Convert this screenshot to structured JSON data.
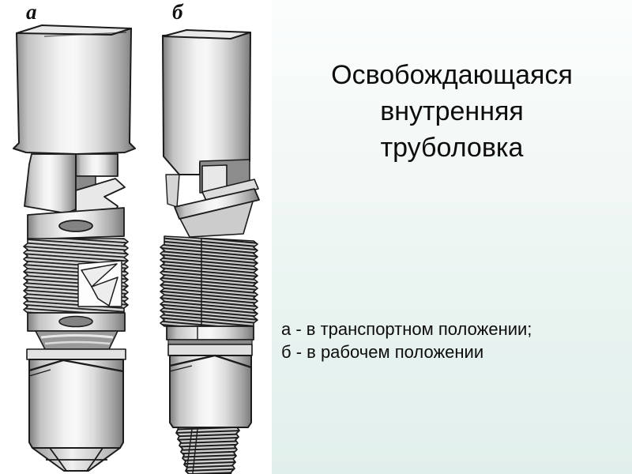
{
  "title": {
    "line1": "Освобождающаяся",
    "line2": "внутренняя",
    "line3": "труболовка"
  },
  "caption": {
    "line1": "а - в транспортном положении;",
    "line2": "б - в рабочем положении"
  },
  "figures": {
    "label_a": "а",
    "label_b": "б",
    "description": "two technical drawings of a releasing internal tube catcher (spear) tool"
  },
  "colors": {
    "background": "#ffffff",
    "panel_top": "#fbfdfd",
    "panel_bottom": "#e1efec",
    "text": "#0d0d0d",
    "line_art_outline": "#1b1b1b",
    "metal_light": "#f5f5f5",
    "metal_dark": "#7d7d7d",
    "slot_gray": "#838383"
  }
}
